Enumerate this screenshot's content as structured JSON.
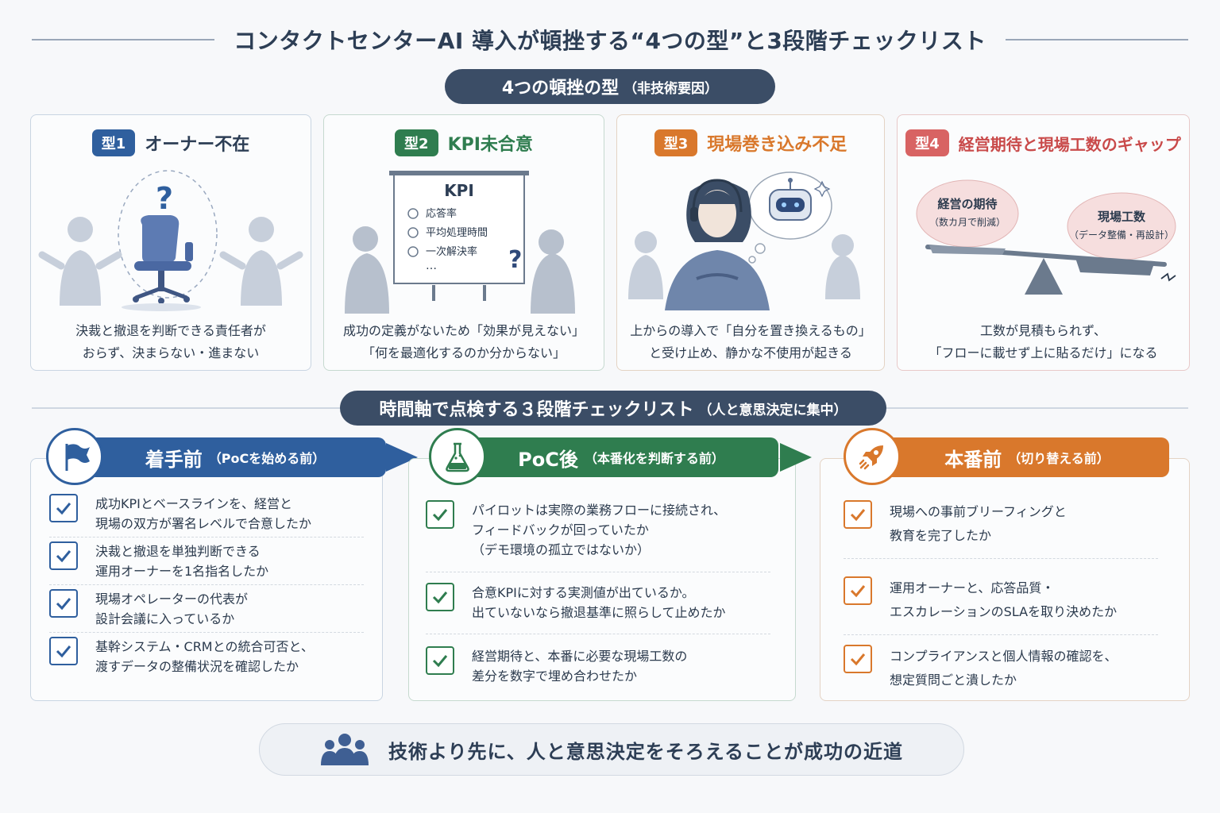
{
  "title": "コンタクトセンターAI 導入が頓挫する“4つの型”と3段階チェックリスト",
  "types_section": {
    "label": "4つの頓挫の型",
    "label_sub": "（非技術要因）"
  },
  "types": [
    {
      "badge": "型1",
      "title": "オーナー不在",
      "color": "#2f5f9e",
      "desc": [
        "決裁と撤退を判断できる責任者が",
        "おらず、決まらない・進まない"
      ]
    },
    {
      "badge": "型2",
      "title": "KPI未合意",
      "color": "#2f7d4f",
      "board_title": "KPI",
      "board_items": [
        "応答率",
        "平均処理時間",
        "一次解決率"
      ],
      "board_more": "…",
      "desc": [
        "成功の定義がないため「効果が見えない」",
        "「何を最適化するのか分からない」"
      ]
    },
    {
      "badge": "型3",
      "title": "現場巻き込み不足",
      "color": "#d9782c",
      "desc": [
        "上からの導入で「自分を置き換えるもの」",
        "と受け止め、静かな不使用が起きる"
      ]
    },
    {
      "badge": "型4",
      "title": "経営期待と現場工数のギャップ",
      "color": "#c94a4a",
      "bubble_left_title": "経営の期待",
      "bubble_left_sub": "（数カ月で削減）",
      "bubble_right_title": "現場工数",
      "bubble_right_sub": "（データ整備・再設計）",
      "desc": [
        "工数が見積もられず、",
        "「フローに載せず上に貼るだけ」になる"
      ]
    }
  ],
  "checklist_section": {
    "label": "時間軸で点検する３段階チェックリスト",
    "label_sub": "（人と意思決定に集中）"
  },
  "stages": [
    {
      "title": "着手前",
      "sub": "（PoCを始める前）",
      "color": "#2f5f9e",
      "icon": "flag-icon",
      "items": [
        [
          "成功KPIとベースラインを、経営と",
          "現場の双方が署名レベルで合意したか"
        ],
        [
          "決裁と撤退を単独判断できる",
          "運用オーナーを1名指名したか"
        ],
        [
          "現場オペレーターの代表が",
          "設計会議に入っているか"
        ],
        [
          "基幹システム・CRMとの統合可否と、",
          "渡すデータの整備状況を確認したか"
        ]
      ]
    },
    {
      "title": "PoC後",
      "sub": "（本番化を判断する前）",
      "color": "#2f7d4f",
      "icon": "flask-icon",
      "items": [
        [
          "パイロットは実際の業務フローに接続され、",
          "フィードバックが回っていたか",
          "（デモ環境の孤立ではないか）"
        ],
        [
          "合意KPIに対する実測値が出ているか。",
          "出ていないなら撤退基準に照らして止めたか"
        ],
        [
          "経営期待と、本番に必要な現場工数の",
          "差分を数字で埋め合わせたか"
        ]
      ]
    },
    {
      "title": "本番前",
      "sub": "（切り替える前）",
      "color": "#d9782c",
      "icon": "rocket-icon",
      "items": [
        [
          "現場への事前ブリーフィングと",
          "教育を完了したか"
        ],
        [
          "運用オーナーと、応答品質・",
          "エスカレーションのSLAを取り決めたか"
        ],
        [
          "コンプライアンスと個人情報の確認を、",
          "想定質問ごと潰したか"
        ]
      ]
    }
  ],
  "footer": {
    "icon": "people-icon",
    "text": "技術より先に、人と意思決定をそろえることが成功の近道"
  },
  "colors": {
    "navy": "#3b4d66",
    "blue": "#2f5f9e",
    "green": "#2f7d4f",
    "orange": "#d9782c",
    "red": "#c94a4a"
  }
}
